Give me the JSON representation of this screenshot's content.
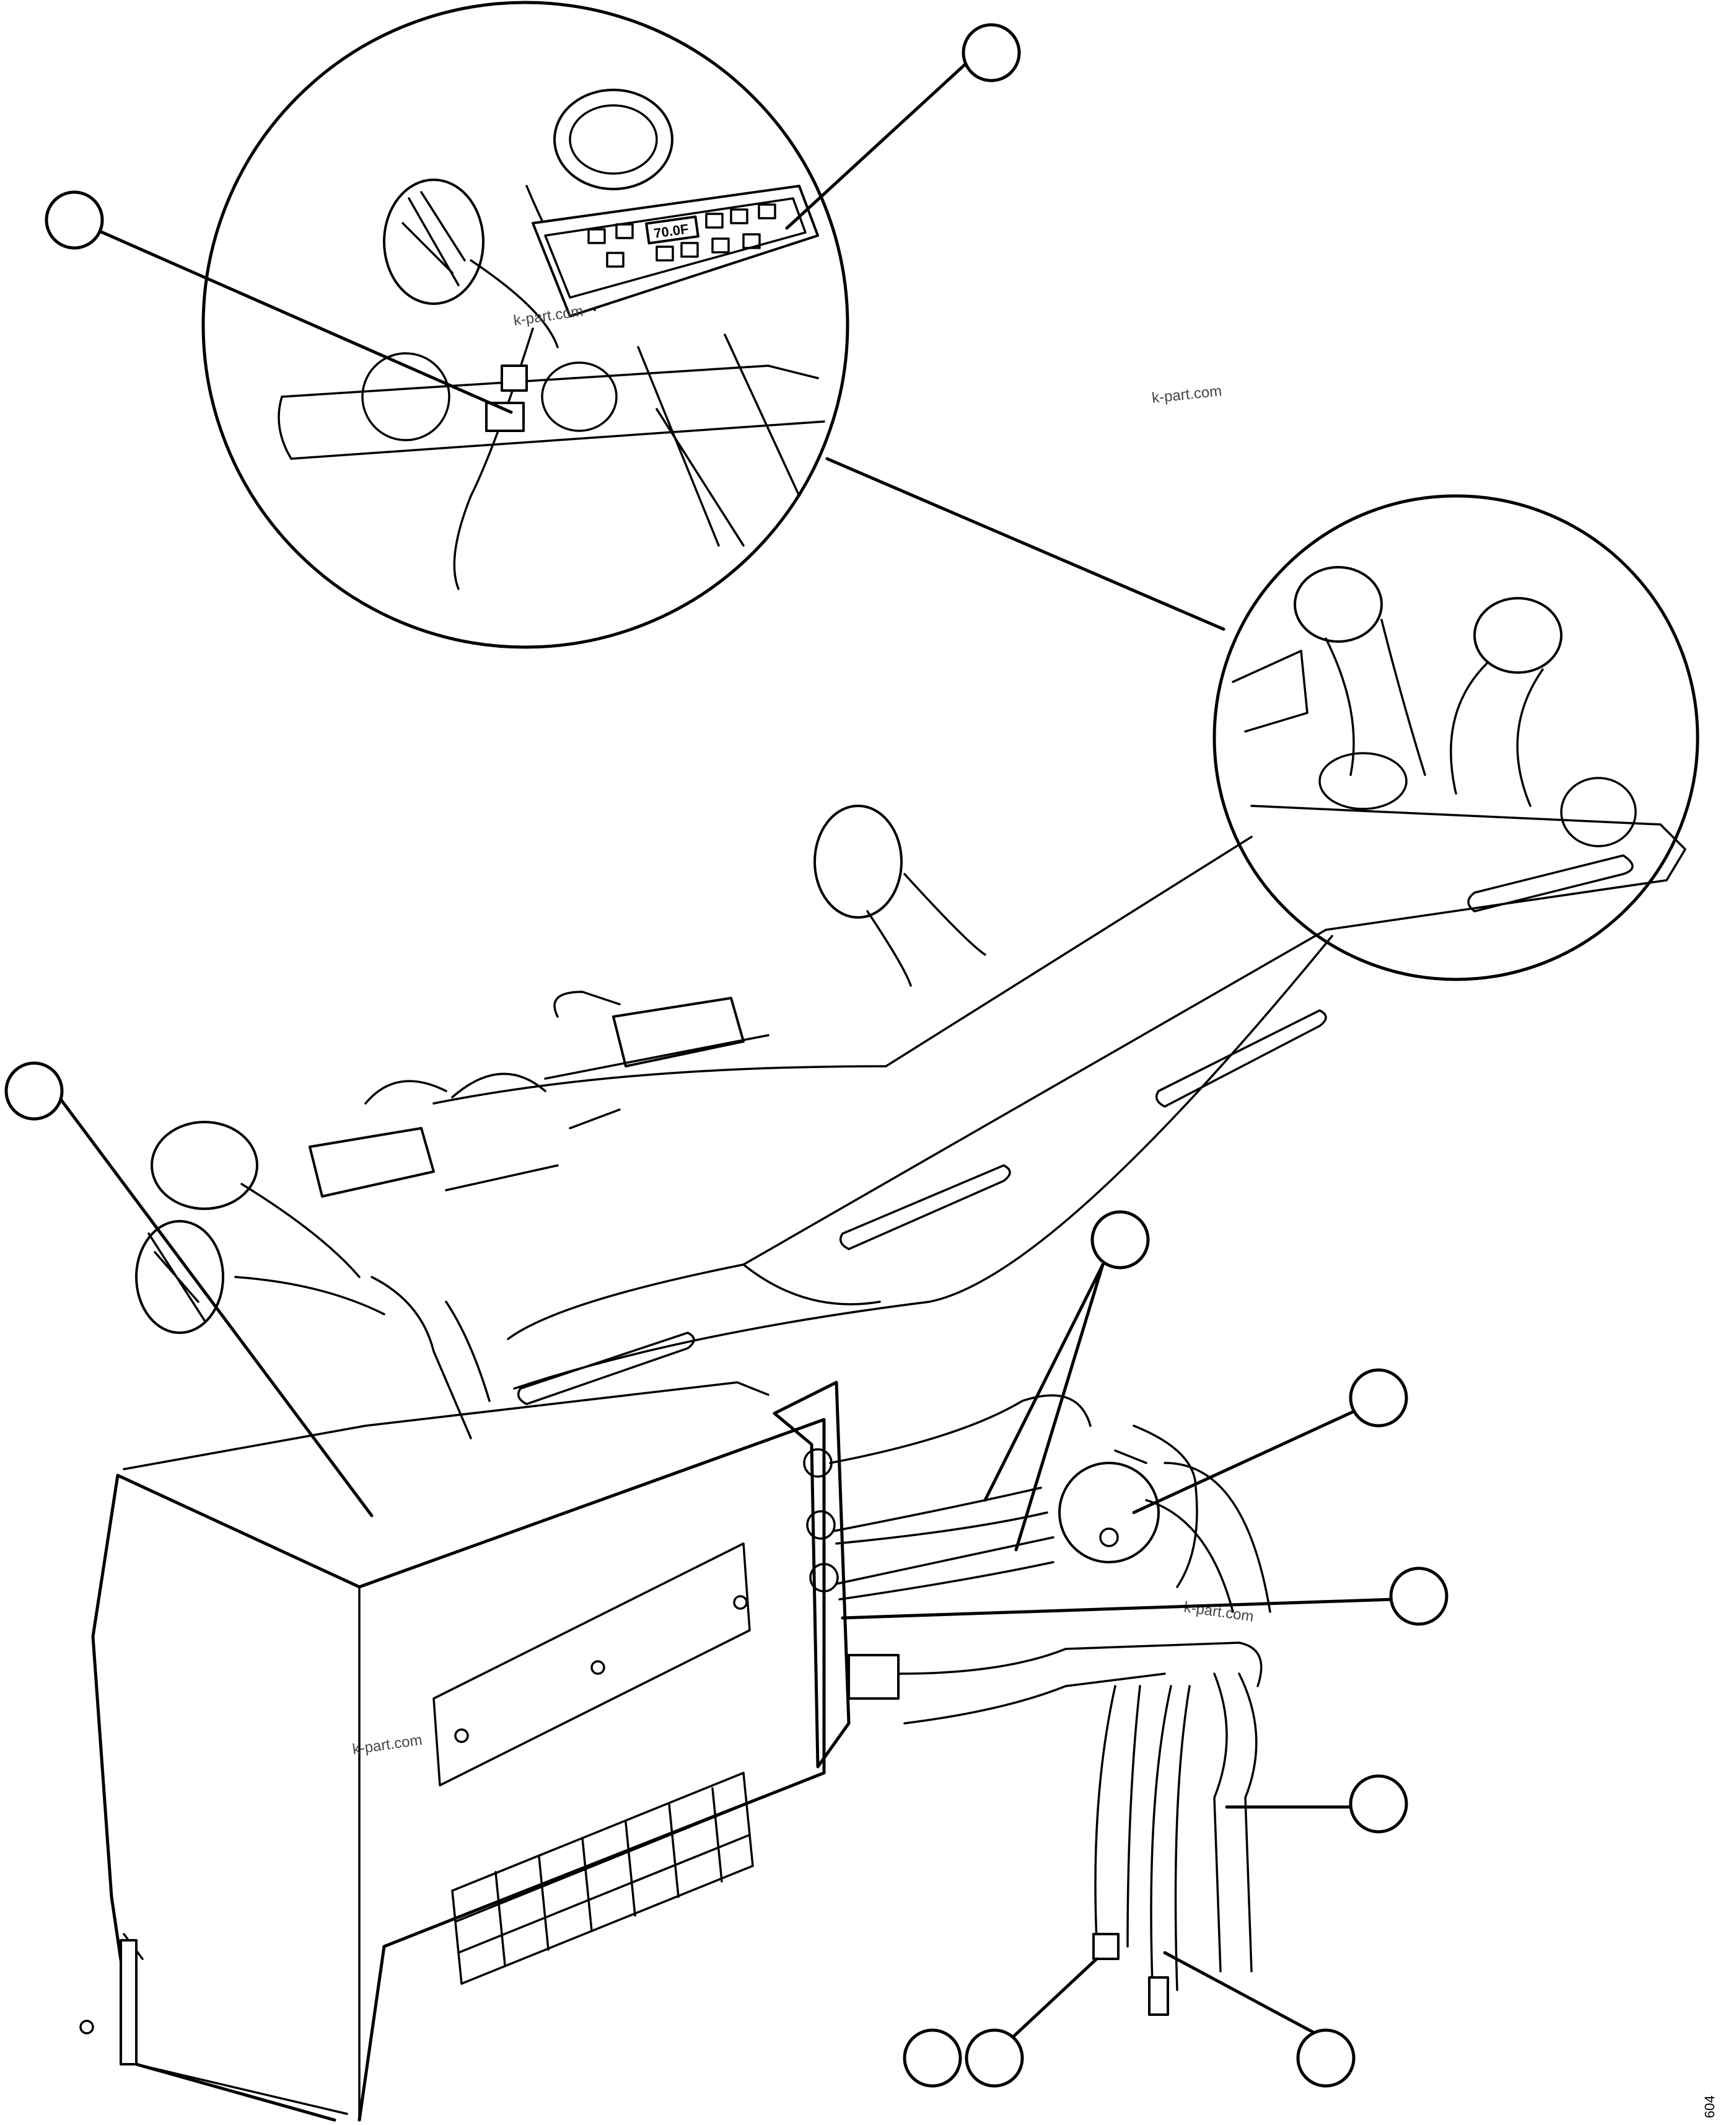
{
  "diagram": {
    "display_readout": "70.0F",
    "watermark": "k-part.com",
    "figure_code": "604"
  }
}
